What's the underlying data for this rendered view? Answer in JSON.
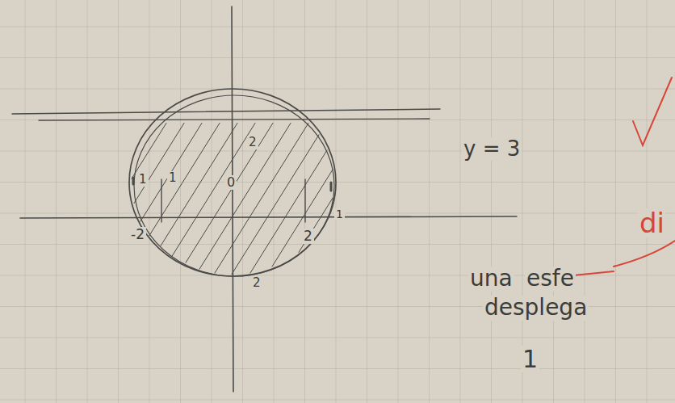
{
  "diagram": {
    "labels": [
      "2",
      "1",
      "1",
      "0",
      "-2",
      "2",
      "1",
      "2",
      "y = 3",
      "di",
      "una",
      "esfe",
      "desplega",
      "1"
    ]
  }
}
